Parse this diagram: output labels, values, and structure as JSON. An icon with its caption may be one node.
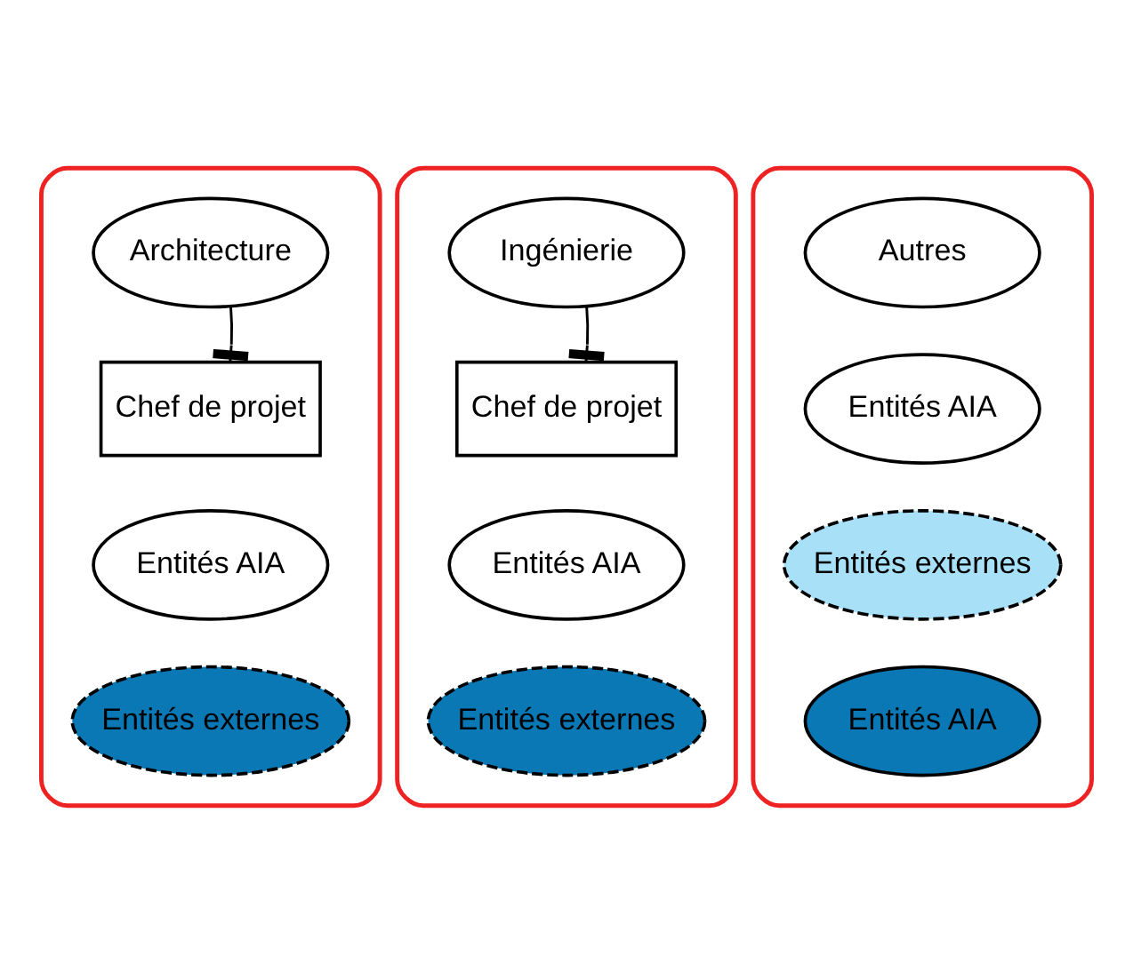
{
  "diagram": {
    "nodes": [
      {
        "text": [],
        "shape": "box"
      },
      {
        "text": [
          "Architecture"
        ],
        "in": 0
      },
      {
        "text": [
          "Chef de projet"
        ],
        "in": 0
      },
      {
        "text": [
          "Entités AIA"
        ],
        "in": 0
      },
      {
        "text": [
          "Entités externes"
        ],
        "in": 0
      },
      {
        "text": [],
        "shape": "box"
      },
      {
        "text": [
          "Ingénierie"
        ],
        "in": 5
      },
      {
        "text": [
          "Chef de projet"
        ],
        "in": 5
      },
      {
        "text": [
          "Entités AIA"
        ],
        "in": 5
      },
      {
        "text": [
          "Entités externes"
        ],
        "in": 5
      },
      {
        "text": [],
        "shape": "box"
      },
      {
        "text": [
          "Autres"
        ],
        "in": 10
      },
      {
        "text": [
          "Entités AIA"
        ],
        "in": 10
      },
      {
        "text": [
          "Entités externes"
        ],
        "in": 10
      },
      {
        "text": [
          "Entités AIA"
        ],
        "in": 10
      }
    ],
    "edges": [
      {
        "from": 1,
        "to": 2,
        "arrow": "other"
      },
      {
        "from": 6,
        "to": 7,
        "arrow": "other"
      }
    ]
  }
}
